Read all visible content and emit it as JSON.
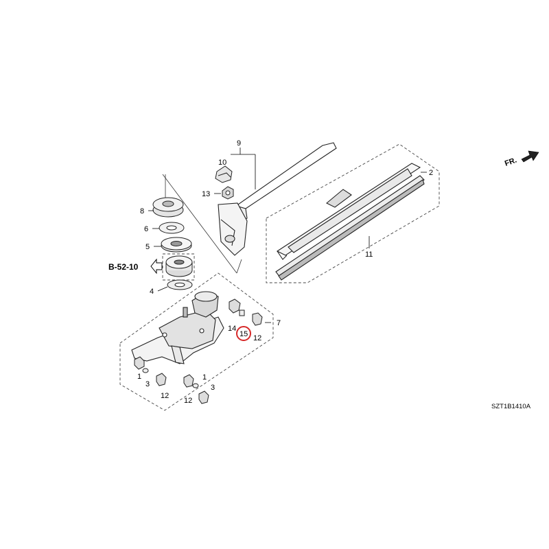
{
  "diagram": {
    "direction_label": "FR.",
    "reference": "B-52-10",
    "diagram_code": "SZT1B1410A",
    "highlight_color": "#d62828",
    "callouts": {
      "c1a": "1",
      "c1b": "1",
      "c2": "2",
      "c3a": "3",
      "c3b": "3",
      "c4": "4",
      "c5": "5",
      "c6": "6",
      "c7": "7",
      "c8": "8",
      "c9": "9",
      "c10": "10",
      "c11": "11",
      "c12a": "12",
      "c12b": "12",
      "c12c": "12",
      "c13": "13",
      "c14": "14",
      "c15": "15"
    }
  }
}
